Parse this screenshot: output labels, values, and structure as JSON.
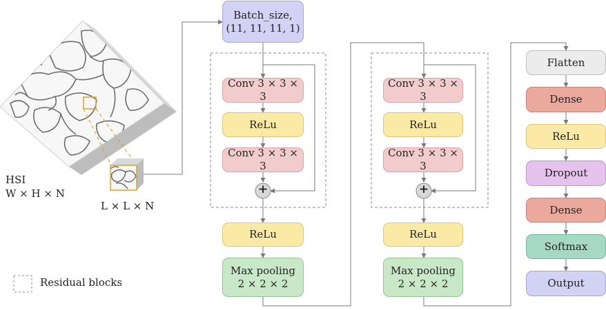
{
  "hsi": {
    "name": "HSI",
    "dims": "W × H × N"
  },
  "patch": {
    "dims": "L × L × N"
  },
  "legend": {
    "label": "Residual blocks"
  },
  "input_box": {
    "line1": "Batch_size,",
    "line2": "(11, 11, 11, 1)"
  },
  "block1": {
    "conv1": "Conv 3 × 3 × 3",
    "relu": "ReLu",
    "conv2": "Conv 3 × 3 × 3",
    "add": "+",
    "relu_out": "ReLu",
    "pool_line1": "Max pooling",
    "pool_line2": "2 × 2 × 2"
  },
  "block2": {
    "conv1": "Conv 3 × 3 × 3",
    "relu": "ReLu",
    "conv2": "Conv 3 × 3 × 3",
    "add": "+",
    "relu_out": "ReLu",
    "pool_line1": "Max pooling",
    "pool_line2": "2 × 2 × 2"
  },
  "head": {
    "flatten": "Flatten",
    "dense1": "Dense",
    "relu": "ReLu",
    "dropout": "Dropout",
    "dense2": "Dense",
    "softmax": "Softmax",
    "output": "Output"
  }
}
